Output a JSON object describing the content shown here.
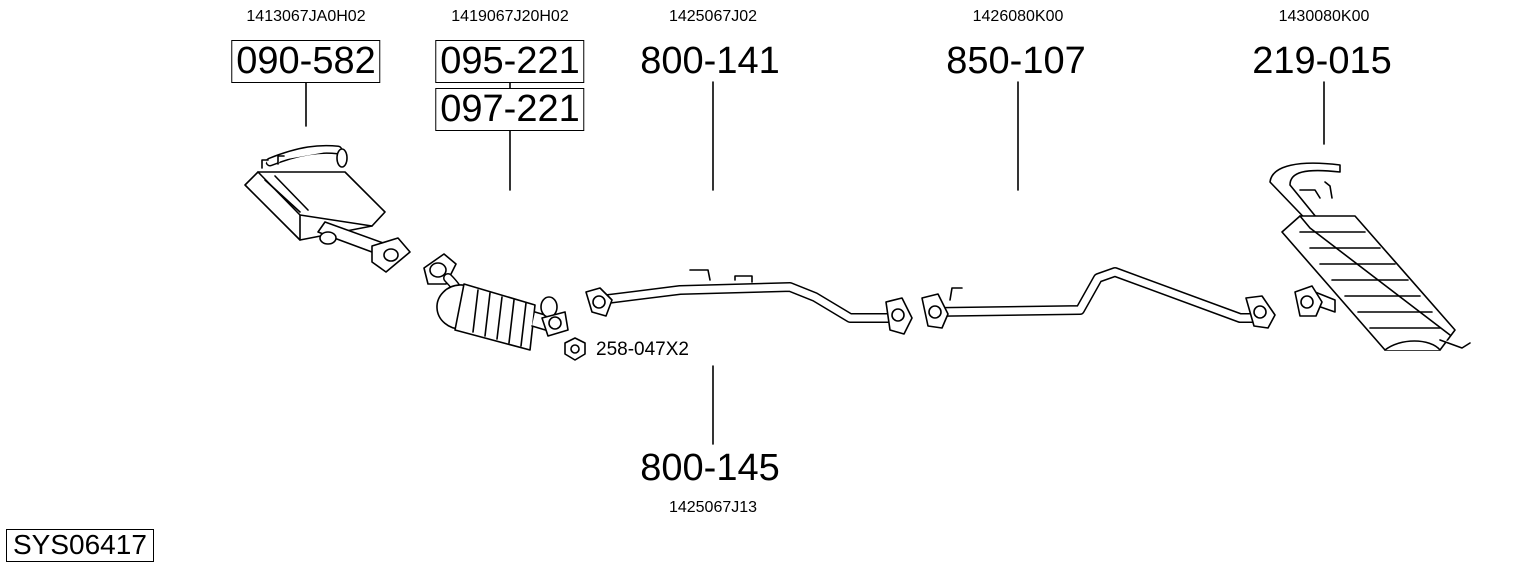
{
  "system_code": "SYS06417",
  "parts": [
    {
      "id": "p1",
      "oem": "1413067JA0H02",
      "numbers": [
        "090-582"
      ],
      "boxed": true,
      "icon": "front-silencer-icon"
    },
    {
      "id": "p2",
      "oem": "1419067J20H02",
      "numbers": [
        "095-221",
        "097-221"
      ],
      "boxed": true,
      "icon": "catalytic-converter-icon"
    },
    {
      "id": "p3",
      "oem": "1425067J02",
      "numbers": [
        "800-141"
      ],
      "boxed": false,
      "icon": "front-pipe-icon"
    },
    {
      "id": "p4",
      "oem": "1426080K00",
      "numbers": [
        "850-107"
      ],
      "boxed": false,
      "icon": "middle-pipe-icon"
    },
    {
      "id": "p5",
      "oem": "1430080K00",
      "numbers": [
        "219-015"
      ],
      "boxed": false,
      "icon": "rear-silencer-icon"
    },
    {
      "id": "p6",
      "oem": "1425067J13",
      "numbers": [
        "800-145"
      ],
      "boxed": false,
      "icon": "intermediate-pipe-icon"
    }
  ],
  "hardware": {
    "label": "258-047X2",
    "icon": "hex-nut-icon"
  }
}
